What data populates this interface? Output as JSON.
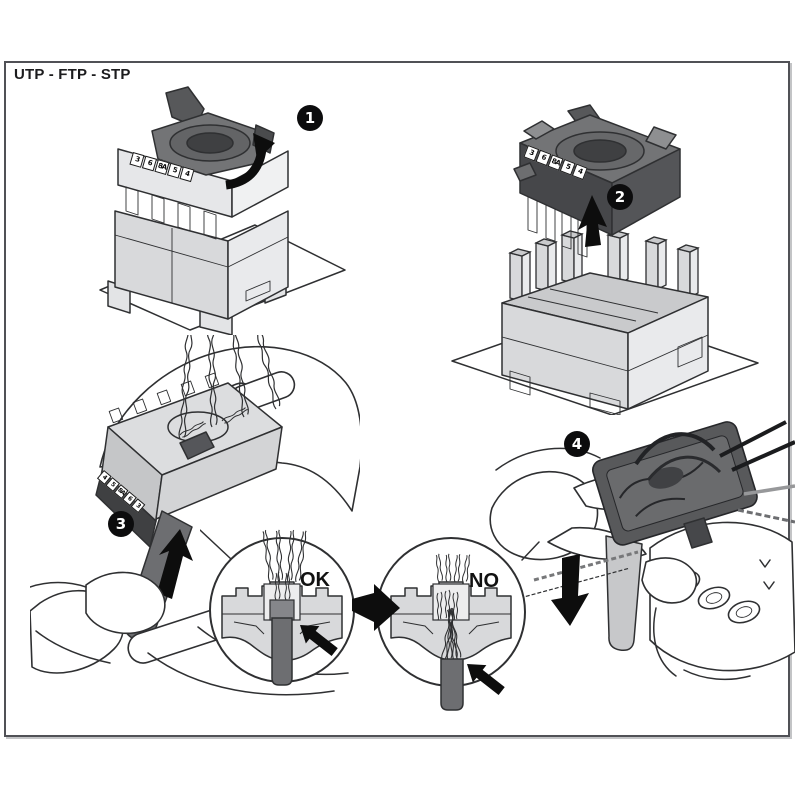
{
  "header": {
    "title": "UTP - FTP - STP"
  },
  "steps": {
    "step1": {
      "number": "1"
    },
    "step2": {
      "number": "2"
    },
    "step3": {
      "number": "3"
    },
    "step4": {
      "number": "4"
    }
  },
  "verdicts": {
    "ok": "OK",
    "no": "NO"
  },
  "pins": [
    "3",
    "6",
    "8A",
    "5",
    "4"
  ],
  "pins_reversed": [
    "4",
    "5",
    "8A",
    "6",
    "3"
  ],
  "colors": {
    "frame_border": "#505156",
    "line": "#2f3032",
    "body_light": "#d8d9db",
    "body_lighter": "#e9eaec",
    "cap_dark": "#58595b",
    "cable_dark": "#6d6e71",
    "cable_light": "#c7c8ca",
    "badge_background": "#0c0c0d"
  }
}
